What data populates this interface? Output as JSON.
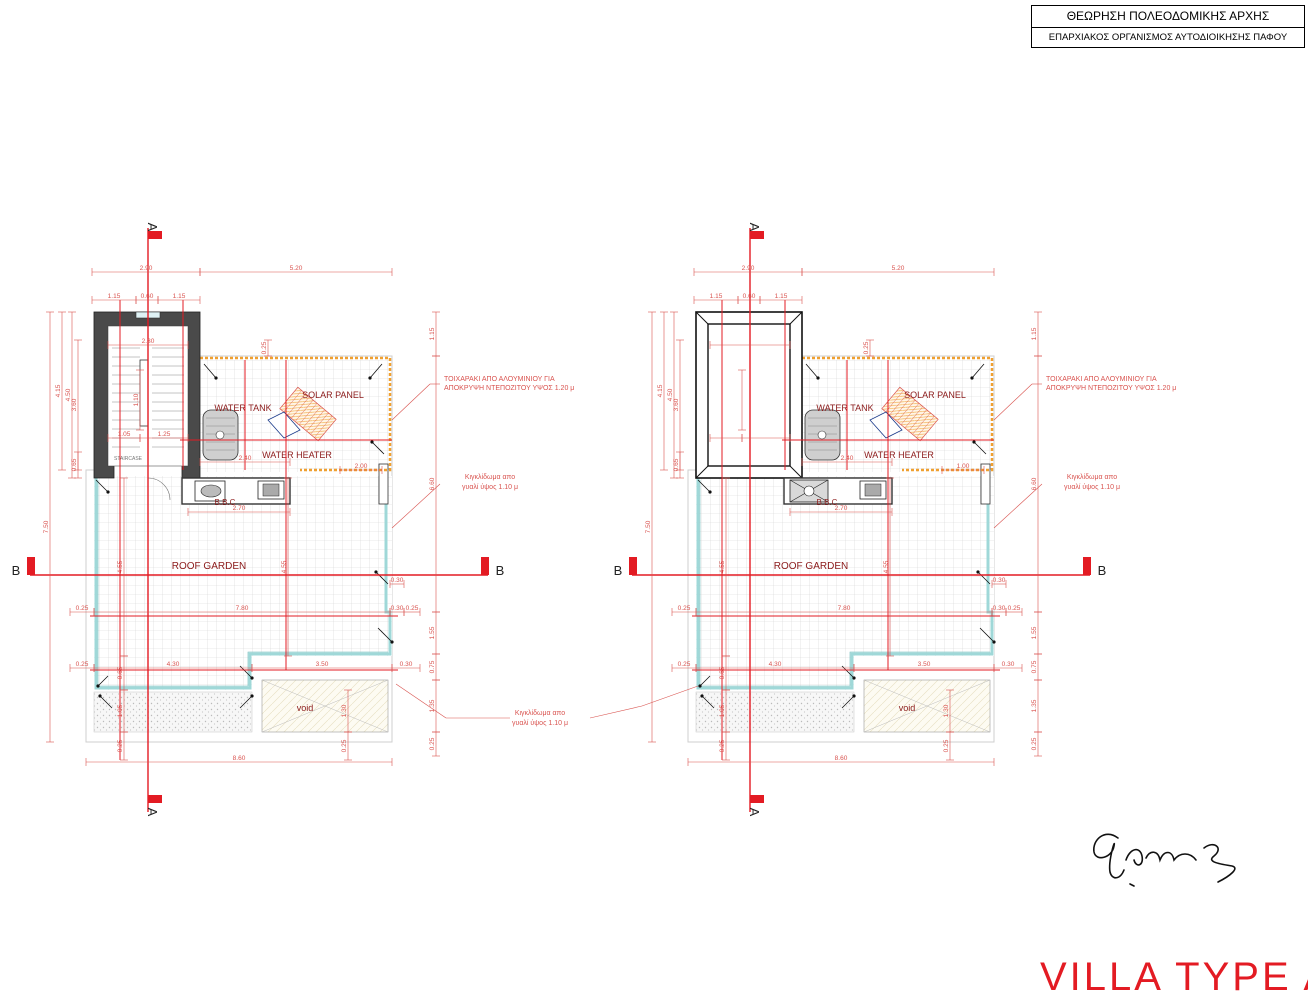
{
  "stamp": {
    "title": "ΘΕΩΡΗΣΗ ΠΟΛΕΟΔΟΜΙΚΗΣ ΑΡΧΗΣ",
    "subtitle": "ΕΠΑΡΧΙΑΚΟΣ ΟΡΓΑΝΙΣΜΟΣ ΑΥΤΟΔΙΟΙΚΗΣΗΣ ΠΑΦΟΥ"
  },
  "drawing_title": "VILLA TYPE A",
  "colors": {
    "red": "#e31b23",
    "dim_red": "#d9534f",
    "dark_red": "#8b1a1a",
    "cyan": "#9fd8d8",
    "orange": "#f0a030",
    "wall": "#4a4a4a"
  },
  "plans": [
    {
      "section_a": "A",
      "section_b": "B",
      "labels": {
        "water_tank": "WATER TANK",
        "solar_panel": "SOLAR PANEL",
        "water_heater": "WATER HEATER",
        "wc": "B.B.C",
        "roof_garden": "ROOF GARDEN",
        "void": "void",
        "staircase": "STAIRCASE"
      },
      "notes": {
        "parapet_line1": "ΤΟΙΧΑΡΑΚΙ ΑΠΟ ΑΛΟΥΜΙΝΙΟΥ ΓΙΑ",
        "parapet_line2": "ΑΠΟΚΡΥΨΗ ΝΤΕΠΟΖΙΤΟΥ ΥΨΟΣ 1.20 μ",
        "railing1_line1": "Κιγκλίδωμα απο",
        "railing1_line2": "γυαλί ύψος 1.10 μ",
        "railing2_line1": "Κιγκλίδωμα απο",
        "railing2_line2": "γυαλί ύψος 1.10 μ"
      },
      "dims": {
        "top_left": "2.90",
        "top_right": "5.20",
        "stair_a": "1.15",
        "stair_b": "0.60",
        "stair_c": "1.15",
        "d_025a": "0.25",
        "d_230": "2.30",
        "d_105": "1.05",
        "d_125": "1.25",
        "d_240": "2.40",
        "d_270": "2.70",
        "d_110": "1.10",
        "d_200": "2.00",
        "d_415": "4.15",
        "d_450": "4.50",
        "d_360": "3.60",
        "d_065": "0.65",
        "d_750": "7.50",
        "d_025b": "0.25",
        "d_780": "7.80",
        "d_030a": "0.30",
        "d_030b": "0.30",
        "d_025c": "0.25",
        "d_025d": "0.25",
        "d_430": "4.30",
        "d_350": "3.50",
        "d_030c": "0.30",
        "d_455a": "4.55",
        "d_455b": "4.55",
        "d_105v": "1.05",
        "d_130": "1.30",
        "d_025e": "0.25",
        "d_025f": "0.25",
        "d_860": "8.60",
        "r_115": "1.15",
        "r_660": "6.60",
        "r_155": "1.55",
        "r_075": "0.75",
        "r_135": "1.35",
        "r_025": "0.25",
        "d_065v": "0.65"
      }
    },
    {
      "section_a": "A",
      "section_b": "B",
      "labels": {
        "water_tank": "WATER TANK",
        "solar_panel": "SOLAR PANEL",
        "water_heater": "WATER HEATER",
        "wc": "B.B.C",
        "roof_garden": "ROOF GARDEN",
        "void": "void",
        "staircase": ""
      },
      "notes": {
        "parapet_line1": "ΤΟΙΧΑΡΑΚΙ ΑΠΟ ΑΛΟΥΜΙΝΙΟΥ ΓΙΑ",
        "parapet_line2": "ΑΠΟΚΡΥΨΗ ΝΤΕΠΟΖΙΤΟΥ ΥΨΟΣ 1.20 μ",
        "railing1_line1": "Κιγκλίδωμα απο",
        "railing1_line2": "γυαλί ύψος 1.10 μ",
        "railing2_line1": "",
        "railing2_line2": ""
      },
      "dims": {
        "top_left": "2.90",
        "top_right": "5.20",
        "stair_a": "1.15",
        "stair_b": "0.60",
        "stair_c": "1.15",
        "d_025a": "0.25",
        "d_230": "",
        "d_105": "",
        "d_125": "",
        "d_240": "2.40",
        "d_270": "2.70",
        "d_110": "",
        "d_200": "1.00",
        "d_415": "4.15",
        "d_450": "4.50",
        "d_360": "3.60",
        "d_065": "0.65",
        "d_750": "7.50",
        "d_025b": "0.25",
        "d_780": "7.80",
        "d_030a": "0.30",
        "d_030b": "0.30",
        "d_025c": "0.25",
        "d_025d": "0.25",
        "d_430": "4.30",
        "d_350": "3.50",
        "d_030c": "0.30",
        "d_455a": "4.55",
        "d_455b": "4.55",
        "d_105v": "1.05",
        "d_130": "1.30",
        "d_025e": "0.25",
        "d_025f": "0.25",
        "d_860": "8.60",
        "r_115": "1.15",
        "r_660": "6.60",
        "r_155": "1.55",
        "r_075": "0.75",
        "r_135": "1.35",
        "r_025": "0.25",
        "d_065v": "0.65"
      }
    }
  ]
}
